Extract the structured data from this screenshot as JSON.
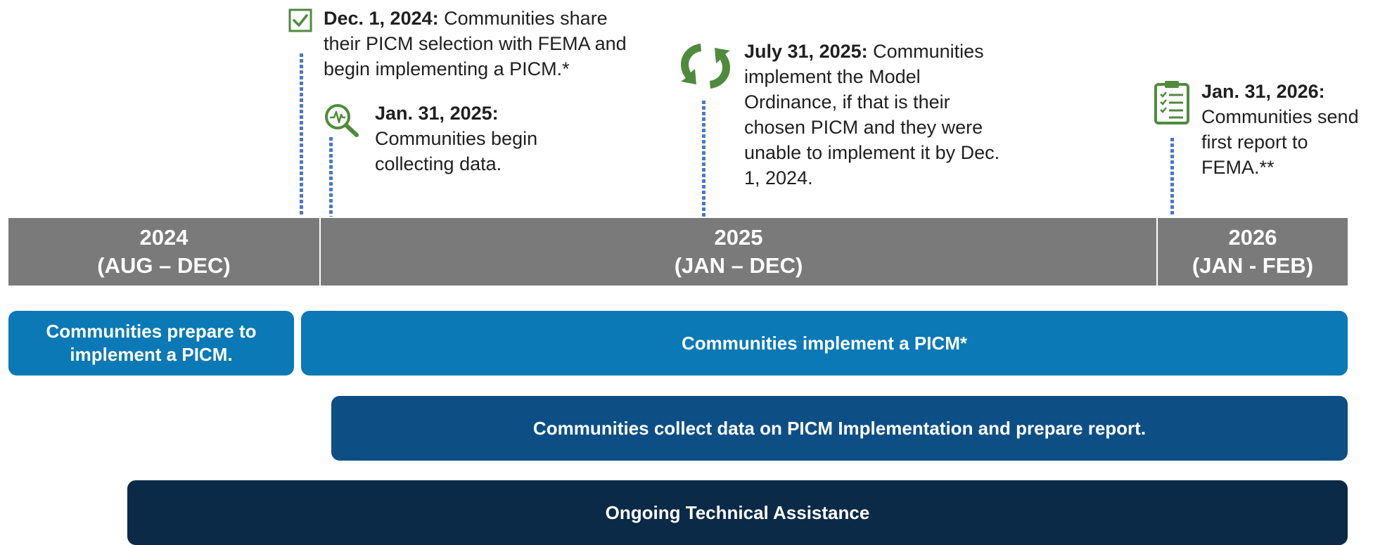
{
  "milestones": [
    {
      "id": "dec2024",
      "date": "Dec. 1, 2024:",
      "text": " Communities share their PICM selection with FEMA and begin implementing a PICM.*",
      "icon": "checkbox-icon"
    },
    {
      "id": "jan2025",
      "date": "Jan. 31, 2025:",
      "text": " Communities begin collecting data.",
      "icon": "magnifier-pulse-icon"
    },
    {
      "id": "jul2025",
      "date": "July 31, 2025:",
      "text": " Communities implement the Model Ordinance, if that is their chosen PICM and they were unable to implement it by Dec. 1, 2024.",
      "icon": "recycle-arrows-icon"
    },
    {
      "id": "jan2026",
      "date": "Jan. 31, 2026:",
      "text": " Communities send first report to FEMA.**",
      "icon": "clipboard-checklist-icon"
    }
  ],
  "years": [
    {
      "year": "2024",
      "range": "(AUG – DEC)"
    },
    {
      "year": "2025",
      "range": "(JAN – DEC)"
    },
    {
      "year": "2026",
      "range": "(JAN - FEB)"
    }
  ],
  "phases": {
    "prepare": "Communities prepare to implement a PICM.",
    "implement": "Communities implement a PICM*",
    "collect": "Communities collect data on PICM Implementation and prepare report.",
    "assistance": "Ongoing Technical Assistance"
  },
  "colors": {
    "header": "#7a7a7a",
    "phase_light": "#0a79b5",
    "phase_mid": "#0d4f85",
    "phase_dark": "#0a2a47",
    "icon_green": "#4f8a3d",
    "dotted": "#4a78c8"
  }
}
